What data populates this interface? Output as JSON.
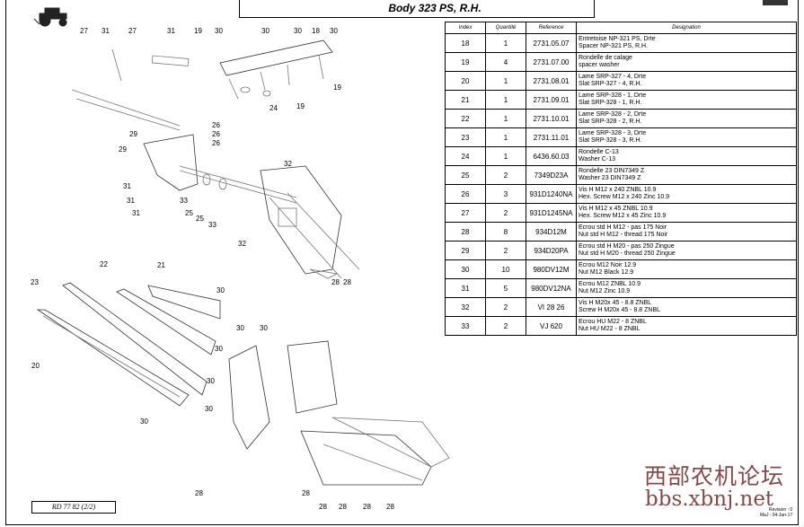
{
  "header": {
    "title": "Body 323 PS, R.H."
  },
  "table": {
    "columns": [
      "Index",
      "Quantité",
      "Reference",
      "Designation"
    ],
    "rows": [
      {
        "index": "18",
        "qty": "1",
        "ref": "2731.05.07",
        "line1": "Entretoise NP-321 PS, Drte",
        "line2": "Spacer NP-321 PS, R.H."
      },
      {
        "index": "19",
        "qty": "4",
        "ref": "2731.07.00",
        "line1": "Rondelle de calage",
        "line2": "spacer washer"
      },
      {
        "index": "20",
        "qty": "1",
        "ref": "2731.08.01",
        "line1": "Lame SRP-327 - 4, Drte",
        "line2": "Slat SRP-327 - 4, R.H."
      },
      {
        "index": "21",
        "qty": "1",
        "ref": "2731.09.01",
        "line1": "Lame SRP-328 - 1, Drte",
        "line2": "Slat SRP-328 - 1, R.H."
      },
      {
        "index": "22",
        "qty": "1",
        "ref": "2731.10.01",
        "line1": "Lame SRP-328 - 2, Drte",
        "line2": "Slat SRP-328 - 2, R.H."
      },
      {
        "index": "23",
        "qty": "1",
        "ref": "2731.11.01",
        "line1": "Lame SRP-328 - 3, Drte",
        "line2": "Slat SRP-328 - 3, R.H."
      },
      {
        "index": "24",
        "qty": "1",
        "ref": "6436.60.03",
        "line1": "Rondelle C-13",
        "line2": "Washer C-13"
      },
      {
        "index": "25",
        "qty": "2",
        "ref": "7349D23A",
        "line1": "Rondelle 23 DIN7349 Z",
        "line2": "Washer 23 DIN7349 Z"
      },
      {
        "index": "26",
        "qty": "3",
        "ref": "931D1240NA",
        "line1": "Vis H M12 x 240 ZNBL 10.9",
        "line2": "Hex. Screw M12 x 240 Zinc 10.9"
      },
      {
        "index": "27",
        "qty": "2",
        "ref": "931D1245NA",
        "line1": "Vis H M12 x 45 ZNBL 10.9",
        "line2": "Hex. Screw M12 x 45 Zinc 10.9"
      },
      {
        "index": "28",
        "qty": "8",
        "ref": "934D12M",
        "line1": "Ecrou  std H M12 - pas 175 Noir",
        "line2": "Nut  std H M12 - thread 175 Noir"
      },
      {
        "index": "29",
        "qty": "2",
        "ref": "934D20PA",
        "line1": "Ecrou  std H M20 - pas 250 Zingue",
        "line2": "Nut  std H M20 - thread 250 Zingue"
      },
      {
        "index": "30",
        "qty": "10",
        "ref": "980DV12M",
        "line1": "Ecrou M12 Noir 12.9",
        "line2": "Nut M12 Black 12.9"
      },
      {
        "index": "31",
        "qty": "5",
        "ref": "980DV12NA",
        "line1": "Ecrou M12 ZNBL 10.9",
        "line2": "Nut M12 Zinc 10.9"
      },
      {
        "index": "32",
        "qty": "2",
        "ref": "VI 28 26",
        "line1": "Vis H M20x 45 - 8.8 ZNBL",
        "line2": "Screw H M20x 45 - 8.8 ZNBL"
      },
      {
        "index": "33",
        "qty": "2",
        "ref": "VJ 620",
        "line1": "Ecrou    HU M22 - 8 ZNBL",
        "line2": "Nut    HU M22 - 8 ZNBL"
      }
    ]
  },
  "callouts": {
    "c0": "27",
    "c1": "31",
    "c2": "27",
    "c3": "31",
    "c4": "19",
    "c5": "30",
    "c6": "30",
    "c7": "30",
    "c8": "18",
    "c9": "30",
    "c10": "19",
    "c11": "24",
    "c12": "19",
    "c13": "26",
    "c14": "26",
    "c15": "26",
    "c16": "29",
    "c17": "29",
    "c18": "31",
    "c19": "31",
    "c20": "31",
    "c21": "33",
    "c22": "25",
    "c23": "25",
    "c24": "33",
    "c25": "32",
    "c26": "32",
    "c27": "28",
    "c28": "28",
    "c29": "22",
    "c30": "21",
    "c31": "23",
    "c32": "30",
    "c33": "20",
    "c34": "30",
    "c35": "30",
    "c36": "30",
    "c37": "30",
    "c38": "30",
    "c39": "30",
    "c40": "28",
    "c41": "28",
    "c42": "28",
    "c43": "28",
    "c44": "28",
    "c45": "28"
  },
  "footer": {
    "reference": "RD 77 82  (2/2)",
    "revision": "Revision : 0",
    "date": "MaJ : 04-Jan-17"
  },
  "watermark": {
    "chinese": "西部农机论坛",
    "url": "bbs.xbnj.net"
  },
  "icons": {
    "tractor": "tractor-logo-icon"
  }
}
